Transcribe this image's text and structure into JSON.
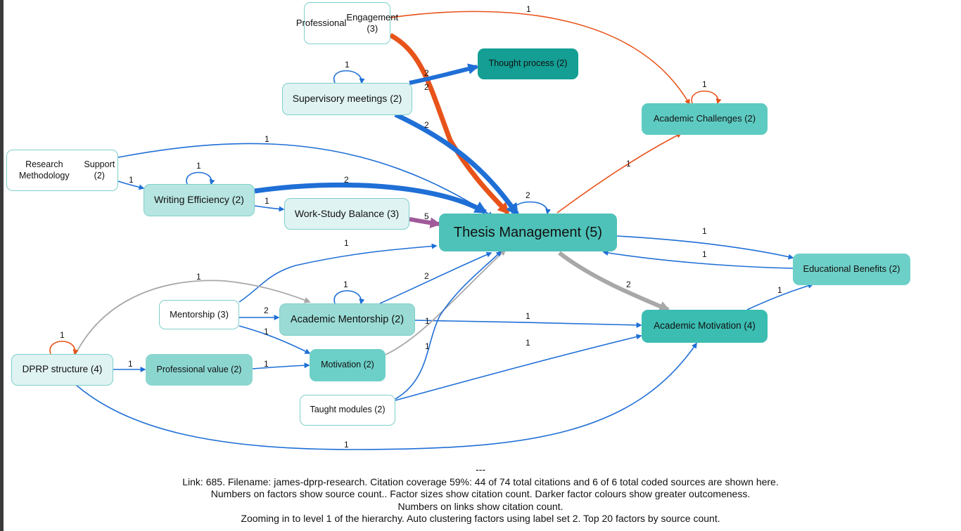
{
  "nodes": {
    "professional_engagement": {
      "label": "Professional\nEngagement (3)",
      "fill": "#ffffff",
      "border": "#7fcfcb"
    },
    "thought_process": {
      "label": "Thought process (2)",
      "fill": "#149e94",
      "border": "#149e94"
    },
    "supervisory_meetings": {
      "label": "Supervisory meetings (2)",
      "fill": "#dff3f2",
      "border": "#7fcfcb"
    },
    "academic_challenges": {
      "label": "Academic Challenges (2)",
      "fill": "#5ecbc2",
      "border": "#5ecbc2"
    },
    "research_methodology": {
      "label": "Research Methodology\nSupport (2)",
      "fill": "#ffffff",
      "border": "#7fcfcb"
    },
    "writing_efficiency": {
      "label": "Writing Efficiency (2)",
      "fill": "#b7e5e1",
      "border": "#7fcfcb"
    },
    "work_study_balance": {
      "label": "Work-Study Balance (3)",
      "fill": "#dff3f2",
      "border": "#7fcfcb"
    },
    "thesis_management": {
      "label": "Thesis Management (5)",
      "fill": "#4ec2b8",
      "border": "#4ec2b8"
    },
    "educational_benefits": {
      "label": "Educational Benefits (2)",
      "fill": "#6dd0c8",
      "border": "#6dd0c8"
    },
    "mentorship": {
      "label": "Mentorship (3)",
      "fill": "#ffffff",
      "border": "#7fcfcb"
    },
    "academic_mentorship": {
      "label": "Academic Mentorship (2)",
      "fill": "#9adbd5",
      "border": "#7fcfcb"
    },
    "academic_motivation": {
      "label": "Academic Motivation (4)",
      "fill": "#3bbdb2",
      "border": "#3bbdb2"
    },
    "dprp_structure": {
      "label": "DPRP structure (4)",
      "fill": "#dff3f2",
      "border": "#7fcfcb"
    },
    "professional_value": {
      "label": "Professional value (2)",
      "fill": "#8cd6d0",
      "border": "#8cd6d0"
    },
    "motivation": {
      "label": "Motivation (2)",
      "fill": "#6dd0c8",
      "border": "#6dd0c8"
    },
    "taught_modules": {
      "label": "Taught modules (2)",
      "fill": "#ffffff",
      "border": "#7fcfcb"
    }
  },
  "edge_labels": {
    "pe_ac": "1",
    "pe_tm_a": "2",
    "pe_tm_b": "2",
    "sm_tp": "2",
    "sm_tm": "2",
    "sm_self": "1",
    "rm_tm": "1",
    "rm_we": "1",
    "we_self": "1",
    "we_tm": "2",
    "we_wsb": "1",
    "wsb_tm": "5",
    "tm_self": "2",
    "tm_ac": "1",
    "ac_self": "1",
    "tm_eb": "1",
    "eb_tm": "1",
    "tm_amot": "2",
    "amot_eb": "1",
    "m_tm": "1",
    "dprp_am": "1",
    "am_self": "1",
    "am_tm": "2",
    "m_am": "2",
    "m_mot": "1",
    "am_amot": "1",
    "am_amot2": "1",
    "dprp_self": "1",
    "dprp_pv": "1",
    "pv_mot": "1",
    "tmod_tm": "1",
    "tmod_amot": "1",
    "dprp_amot": "1"
  },
  "colors": {
    "blue": "#1f6fd6",
    "orange": "#e8531a",
    "grey": "#a8a8a8",
    "purple": "#a05a9a"
  },
  "caption": {
    "line0": "---",
    "line1": "Link: 685. Filename: james-dprp-research. Citation coverage 59%: 44 of 74 total citations and 6 of 6 total coded sources are shown here.",
    "line2": "Numbers on factors show source count.. Factor sizes show citation count. Darker factor colours show greater outcomeness.",
    "line3": "Numbers on links show citation count.",
    "line4": "Zooming in to level 1 of the hierarchy. Auto clustering factors using label set 2. Top 20 factors by source count."
  }
}
